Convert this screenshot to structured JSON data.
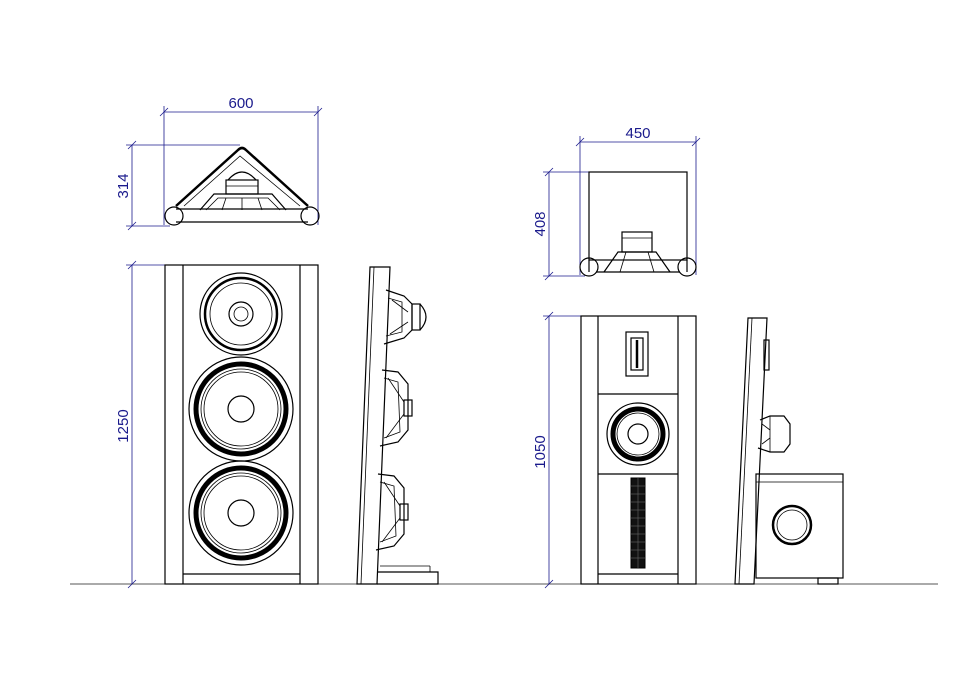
{
  "dimensions": {
    "main_top_width": "600",
    "main_top_depth": "314",
    "main_front_height": "1250",
    "small_top_width": "450",
    "small_top_depth": "408",
    "small_front_height": "1050"
  },
  "colors": {
    "line": "#000000",
    "dimension": "#1a1a8c",
    "background": "#ffffff"
  }
}
